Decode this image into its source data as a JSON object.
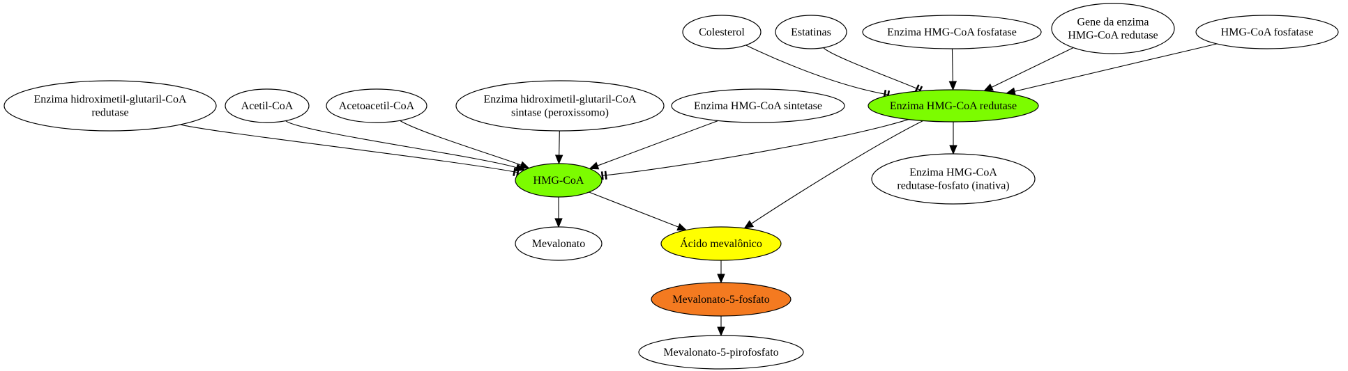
{
  "colors": {
    "default": "#ffffff",
    "green": "#7cfc00",
    "yellow": "#ffff00",
    "orange": "#f47a20"
  },
  "nodes": {
    "colesterol": {
      "lines": [
        "Colesterol"
      ],
      "fill": "default"
    },
    "estatinas": {
      "lines": [
        "Estatinas"
      ],
      "fill": "default"
    },
    "fosfatase_enzima": {
      "lines": [
        "Enzima HMG-CoA fosfatase"
      ],
      "fill": "default"
    },
    "gene": {
      "lines": [
        "Gene da enzima",
        "HMG-CoA redutase"
      ],
      "fill": "default"
    },
    "hmg_fosfatase": {
      "lines": [
        "HMG-CoA fosfatase"
      ],
      "fill": "default"
    },
    "hmg_redutase": {
      "lines": [
        "Enzima HMG-CoA redutase"
      ],
      "fill": "green"
    },
    "redutase_fosfato": {
      "lines": [
        "Enzima HMG-CoA",
        "redutase-fosfato (inativa)"
      ],
      "fill": "default"
    },
    "hidroxi_redutase": {
      "lines": [
        "Enzima hidroximetil-glutaril-CoA",
        "redutase"
      ],
      "fill": "default"
    },
    "acetil": {
      "lines": [
        "Acetil-CoA"
      ],
      "fill": "default"
    },
    "acetoacetil": {
      "lines": [
        "Acetoacetil-CoA"
      ],
      "fill": "default"
    },
    "hidroxi_sintase": {
      "lines": [
        "Enzima hidroximetil-glutaril-CoA",
        "sintase (peroxissomo)"
      ],
      "fill": "default"
    },
    "sintetase": {
      "lines": [
        "Enzima HMG-CoA sintetase"
      ],
      "fill": "default"
    },
    "hmg_coa": {
      "lines": [
        "HMG-CoA"
      ],
      "fill": "green"
    },
    "mevalonato": {
      "lines": [
        "Mevalonato"
      ],
      "fill": "default"
    },
    "acido": {
      "lines": [
        "Ácido mevalônico"
      ],
      "fill": "yellow"
    },
    "mev5f": {
      "lines": [
        "Mevalonato-5-fosfato"
      ],
      "fill": "orange"
    },
    "mev5pp": {
      "lines": [
        "Mevalonato-5-pirofosfato"
      ],
      "fill": "default"
    }
  },
  "edges": [
    {
      "from": "colesterol",
      "to": "hmg_redutase",
      "type": "inhibit"
    },
    {
      "from": "estatinas",
      "to": "hmg_redutase",
      "type": "inhibit"
    },
    {
      "from": "fosfatase_enzima",
      "to": "hmg_redutase",
      "type": "activate"
    },
    {
      "from": "gene",
      "to": "hmg_redutase",
      "type": "activate"
    },
    {
      "from": "hmg_fosfatase",
      "to": "hmg_redutase",
      "type": "activate"
    },
    {
      "from": "hmg_redutase",
      "to": "redutase_fosfato",
      "type": "activate"
    },
    {
      "from": "hmg_redutase",
      "to": "acido",
      "type": "activate"
    },
    {
      "from": "hmg_redutase",
      "to": "hmg_coa",
      "type": "inhibit"
    },
    {
      "from": "hidroxi_redutase",
      "to": "hmg_coa",
      "type": "inhibit"
    },
    {
      "from": "acetil",
      "to": "hmg_coa",
      "type": "activate"
    },
    {
      "from": "acetoacetil",
      "to": "hmg_coa",
      "type": "activate"
    },
    {
      "from": "hidroxi_sintase",
      "to": "hmg_coa",
      "type": "activate"
    },
    {
      "from": "sintetase",
      "to": "hmg_coa",
      "type": "activate"
    },
    {
      "from": "hmg_coa",
      "to": "mevalonato",
      "type": "activate"
    },
    {
      "from": "hmg_coa",
      "to": "acido",
      "type": "activate"
    },
    {
      "from": "acido",
      "to": "mev5f",
      "type": "activate"
    },
    {
      "from": "mev5f",
      "to": "mev5pp",
      "type": "activate"
    }
  ]
}
